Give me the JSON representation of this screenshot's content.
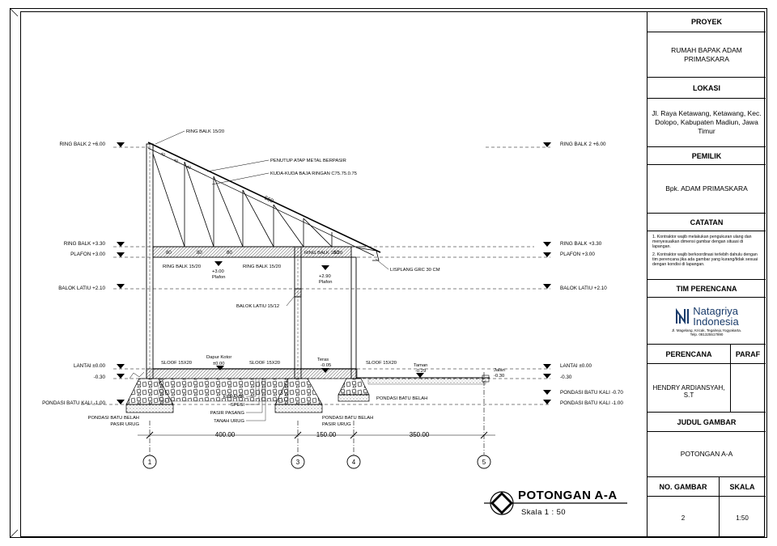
{
  "title_block": {
    "project_label": "PROYEK",
    "project_value": "RUMAH BAPAK ADAM PRIMASKARA",
    "location_label": "LOKASI",
    "location_value": "Jl. Raya Ketawang, Ketawang, Kec. Dolopo, Kabupaten Madiun, Jawa Timur",
    "owner_label": "PEMILIK",
    "owner_value": "Bpk. ADAM PRIMASKARA",
    "notes_label": "CATATAN",
    "notes": [
      "1. Kontraktor wajib melakukan pengukuran ulang dan menyesuaikan dimensi gambar dengan situasi di lapangan.",
      "2. Kontraktor wajib berkoordinasi terlebih dahulu dengan tim perencana jika ada gambar yang kurang/tidak sesuai dengan kondisi di lapangan."
    ],
    "team_label": "TIM PERENCANA",
    "logo_line1": "Natagriya",
    "logo_line2": "Indonesia",
    "logo_address": "Jl. Magelang, Kricak, Tegalrejo,Yogyakarta.",
    "logo_phone": "Telp. 081325517890",
    "planner_label": "PERENCANA",
    "paraf_label": "PARAF",
    "planner_value": "HENDRY ARDIANSYAH, S.T",
    "drawing_title_label": "JUDUL GAMBAR",
    "drawing_title_value": "POTONGAN A-A",
    "drawing_no_label": "NO. GAMBAR",
    "scale_label": "SKALA",
    "drawing_no_value": "2",
    "scale_value": "1:50"
  },
  "section": {
    "title": "POTONGAN A-A",
    "scale": "Skala 1 : 50"
  },
  "levels_left": {
    "ring_balk_2": "RING BALK 2 +6.00",
    "ring_balk": "RING BALK +3.30",
    "plafon": "PLAFON +3.00",
    "balok_latiu": "BALOK LATIU +2.10",
    "lantai": "LANTAI ±0.00",
    "minus030": "-0.30",
    "pondasi": "PONDASI BATU KALI -1.00"
  },
  "levels_right": {
    "ring_balk_2": "RING BALK 2 +6.00",
    "ring_balk": "RING BALK +3.30",
    "plafon": "PLAFON +3.00",
    "balok_latiu": "BALOK LATIU +2.10",
    "lantai": "LANTAI ±0.00",
    "minus030": "-0.30",
    "pondasi_070": "PONDASI BATU KALI -0.70",
    "pondasi_100": "PONDASI BATU KALI -1.00"
  },
  "annotations": {
    "ring_balk_top": "RING BALK 15/20",
    "penutup": "PENUTUP ATAP METAL BERPASIR",
    "kuda": "KUDA-KUDA BAJA RINGAN C75.75.0.75",
    "roof_len": "660",
    "ring_balk_left": "RING BALK 15/20",
    "ring_balk_mid": "RING BALK 15/20",
    "ring_balk_right": "RING BALK 15/20",
    "lisplang": "LISPLANG GRC 30 CM",
    "plafon_300": "+3.00",
    "plafon_300_label": "Plafon",
    "plafon_290": "+2.90",
    "plafon_290_label": "Plafon",
    "balok_latiu": "BALOK LATIU 15/12",
    "sloof_left": "SLOOF 15X20",
    "sloof_mid": "SLOOF 15X20",
    "sloof_right": "SLOOF 15X20",
    "dapur": "Dapur Kotor",
    "dapur_level": "±0.00",
    "teras": "Teras",
    "teras_level": "-0.05",
    "taman": "Taman",
    "taman_level": "-0.29",
    "jalan": "Jalan",
    "jalan_level": "-0.30",
    "keramik": "KERAMIK",
    "spesi": "SPESI",
    "pasir_pasang": "PASIR PASANG",
    "tanah_urug": "TANAH URUG",
    "pondasi_belah_left": "PONDASI BATU BELAH",
    "pasir_urug_left": "PASIR URUG",
    "pondasi_belah_mid": "PONDASI BATU BELAH",
    "pasir_urug_mid": "PASIR URUG",
    "pondasi_belah_right": "PONDASI BATU BELAH",
    "truss_80a": "80",
    "truss_80b": "80",
    "truss_80c": "80",
    "truss_80d": "80",
    "truss_40a": "40",
    "truss_40b": "40",
    "truss_40c": "40",
    "dim_400": "400.00",
    "dim_150": "150.00",
    "dim_350": "350.00"
  },
  "grid_axes": [
    "1",
    "3",
    "4",
    "5"
  ]
}
